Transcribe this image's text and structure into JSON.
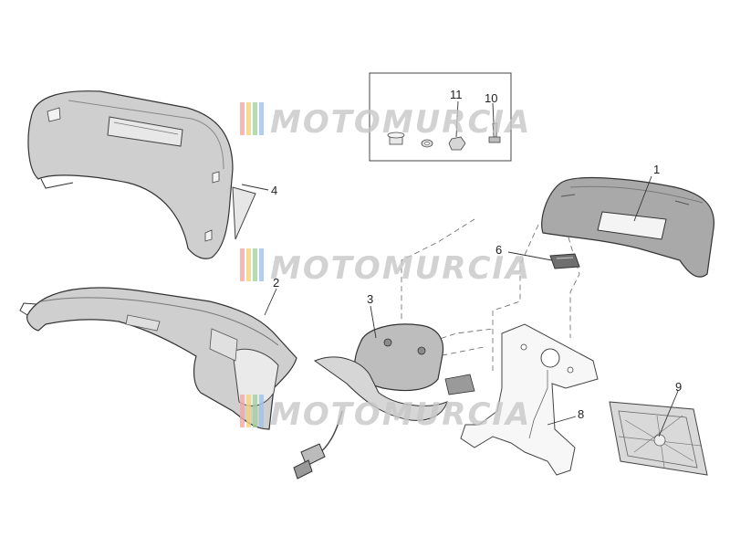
{
  "diagram": {
    "callouts": {
      "part_1": "1",
      "part_2": "2",
      "part_3": "3",
      "part_4": "4",
      "part_6": "6",
      "part_8": "8",
      "part_9": "9",
      "part_10": "10",
      "part_11": "11"
    },
    "watermark": {
      "text": "MOTOMURCIA",
      "stripe_colors": [
        "#f4a6a6",
        "#f6d27a",
        "#9fd49f",
        "#9fc3e8"
      ],
      "text_color": "#c8c8c8"
    },
    "colors": {
      "line": "#333333",
      "part_fill": "#c9c9c9",
      "part_fill_dark": "#a8a8a8",
      "part_fill_light": "#ececec",
      "dash": "#666666"
    }
  }
}
